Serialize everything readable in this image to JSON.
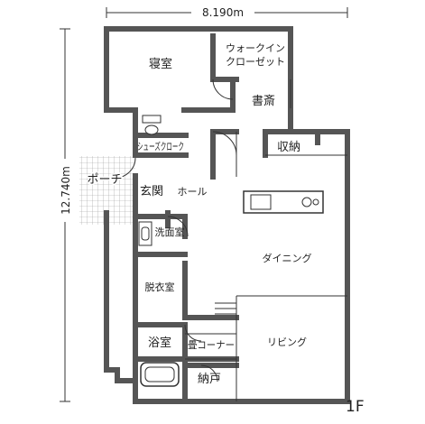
{
  "dimensions": {
    "width": "8.190m",
    "depth": "12.740m"
  },
  "floor": "1F",
  "rooms": {
    "bedroom": "寝室",
    "walkin_closet": "ウォークイン\nクローゼット",
    "study": "書斎",
    "storage": "収納",
    "shoes_cloak": "シューズクローク",
    "porch": "ポーチ",
    "entrance": "玄関",
    "hall": "ホール",
    "washroom": "洗面室",
    "dressing": "脱衣室",
    "bathroom": "浴室",
    "dining": "ダイニング",
    "tatami_corner": "畳コーナー",
    "living": "リビング",
    "storeroom": "納戸"
  },
  "colors": {
    "wall": "#555555",
    "tile": "#e8e8e8",
    "line": "#333333"
  }
}
